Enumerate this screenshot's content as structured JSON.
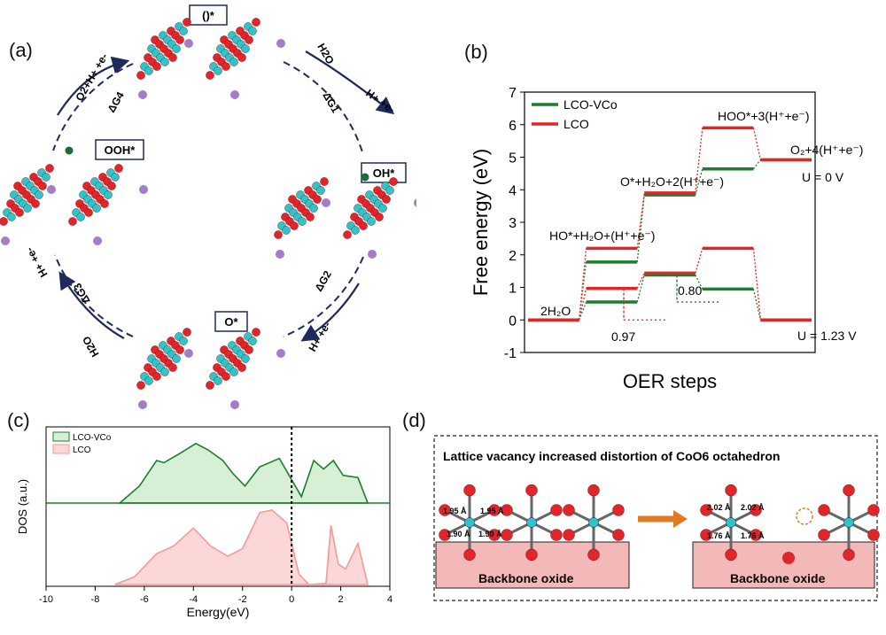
{
  "panel_labels": {
    "a": "(a)",
    "b": "(b)",
    "c": "(c)",
    "d": "(d)"
  },
  "panel_a": {
    "states": [
      "()*",
      "OH*",
      "O*",
      "OOH*"
    ],
    "arrows": [
      {
        "in": "H2O",
        "out": "H+ +e-",
        "dg": "ΔG1"
      },
      {
        "in": "H+ +e-",
        "dg": "ΔG2"
      },
      {
        "in": "H2O",
        "out": "H+ +e-",
        "dg": "ΔG3"
      },
      {
        "out": "O2+H+ +e-",
        "dg": "ΔG4"
      }
    ]
  },
  "chart_data": [
    {
      "type": "line",
      "description": "OER free energy diagram",
      "xlabel": "OER steps",
      "ylabel": "Free energy (eV)",
      "ylim": [
        -1,
        7
      ],
      "yticks": [
        -1,
        0,
        1,
        2,
        3,
        4,
        5,
        6,
        7
      ],
      "x": [
        "2H2O",
        "HO*+H2O+(H+ +e-)",
        "O*+H2O+2(H+ +e-)",
        "HOO*+3(H+ +e-)",
        "O2+4(H+ +e-)"
      ],
      "series": [
        {
          "name": "LCO-VCo",
          "color": "#1a7f2a",
          "U_0V": [
            0,
            1.78,
            3.84,
            4.64,
            4.92
          ],
          "U_1.23V": [
            0,
            0.55,
            1.38,
            0.95,
            0
          ]
        },
        {
          "name": "LCO",
          "color": "#e02626",
          "U_0V": [
            0,
            2.2,
            3.9,
            5.9,
            4.92
          ],
          "U_1.23V": [
            0,
            0.97,
            1.44,
            2.2,
            0
          ]
        }
      ],
      "annotations": [
        "0.97",
        "0.80",
        "U = 0 V",
        "U = 1.23 V"
      ]
    },
    {
      "type": "area",
      "description": "Density of states",
      "xlabel": "Energy(eV)",
      "ylabel": "DOS (a.u.)",
      "xlim": [
        -10,
        4
      ],
      "xticks": [
        -10,
        -8,
        -6,
        -4,
        -2,
        0,
        2,
        4
      ],
      "series": [
        {
          "name": "LCO-VCo",
          "color": "#1a7f2a",
          "fill": "#d7efd4"
        },
        {
          "name": "LCO",
          "color": "#f19a9a",
          "fill": "#fbd7d7"
        }
      ],
      "fermi_level": 0
    }
  ],
  "panel_d": {
    "title": "Lattice vacancy increased  distortion of CoO6 octahedron",
    "left_bonds": [
      "1.95 Å",
      "1.95 Å",
      "1.90 Å",
      "1.90 Å"
    ],
    "right_bonds": [
      "2.02 Å",
      "2.02 Å",
      "1.76 Å",
      "1.76 Å"
    ],
    "backbone_label": "Backbone oxide"
  }
}
